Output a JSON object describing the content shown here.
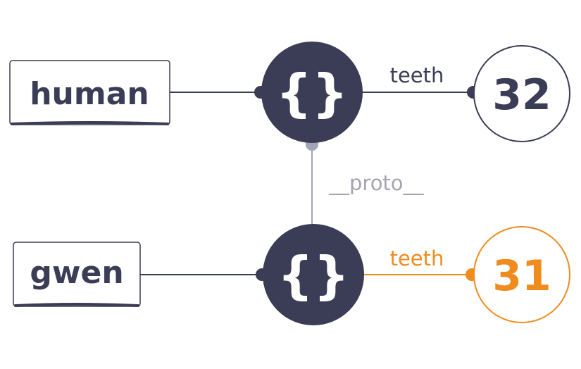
{
  "colors": {
    "ink": "#3b3c55",
    "accent": "#f08c1e",
    "proto": "#a5a4b4",
    "background": "#ffffff"
  },
  "variables": [
    {
      "name": "human"
    },
    {
      "name": "gwen"
    }
  ],
  "objects": [
    {
      "icon": "braces-icon",
      "glyph": "{}"
    },
    {
      "icon": "braces-icon",
      "glyph": "{}"
    }
  ],
  "properties": [
    {
      "key": "teeth",
      "value": "32"
    },
    {
      "key": "teeth",
      "value": "31"
    }
  ],
  "proto_link": {
    "label": "__proto__"
  }
}
